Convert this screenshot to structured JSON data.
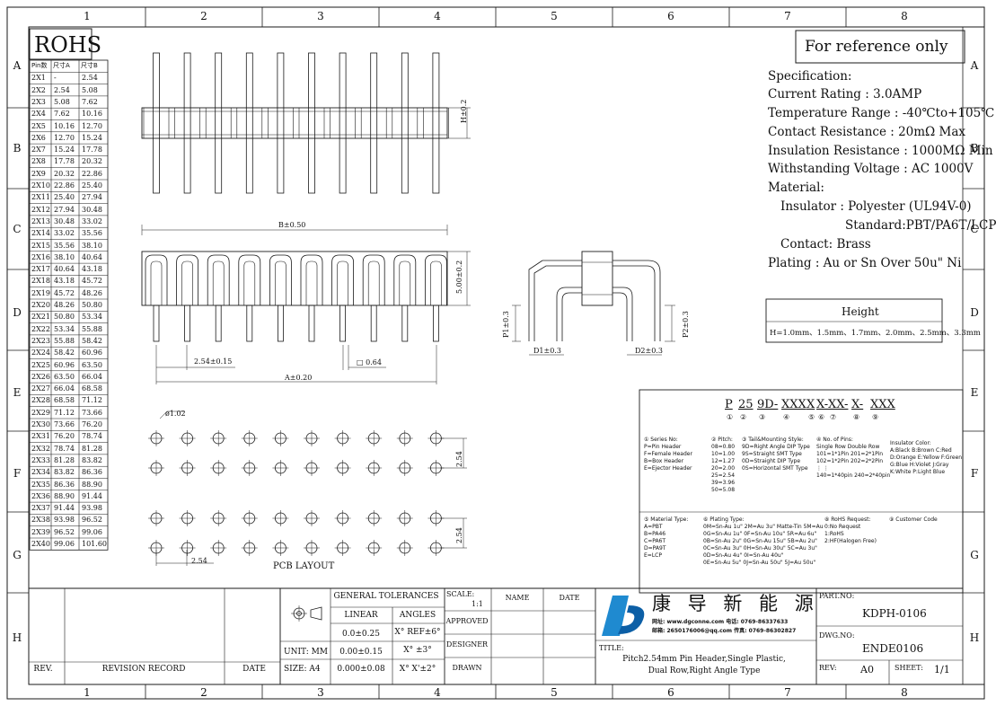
{
  "border": {
    "col_labels": [
      "1",
      "2",
      "3",
      "4",
      "5",
      "6",
      "7",
      "8"
    ],
    "row_labels": [
      "A",
      "B",
      "C",
      "D",
      "E",
      "F",
      "G",
      "H"
    ]
  },
  "rohs": "ROHS",
  "reference_note": "For reference only",
  "size_table": {
    "headers": [
      "Pin数",
      "尺寸A",
      "尺寸B"
    ],
    "rows": [
      [
        "2X1",
        "-",
        "2.54"
      ],
      [
        "2X2",
        "2.54",
        "5.08"
      ],
      [
        "2X3",
        "5.08",
        "7.62"
      ],
      [
        "2X4",
        "7.62",
        "10.16"
      ],
      [
        "2X5",
        "10.16",
        "12.70"
      ],
      [
        "2X6",
        "12.70",
        "15.24"
      ],
      [
        "2X7",
        "15.24",
        "17.78"
      ],
      [
        "2X8",
        "17.78",
        "20.32"
      ],
      [
        "2X9",
        "20.32",
        "22.86"
      ],
      [
        "2X10",
        "22.86",
        "25.40"
      ],
      [
        "2X11",
        "25.40",
        "27.94"
      ],
      [
        "2X12",
        "27.94",
        "30.48"
      ],
      [
        "2X13",
        "30.48",
        "33.02"
      ],
      [
        "2X14",
        "33.02",
        "35.56"
      ],
      [
        "2X15",
        "35.56",
        "38.10"
      ],
      [
        "2X16",
        "38.10",
        "40.64"
      ],
      [
        "2X17",
        "40.64",
        "43.18"
      ],
      [
        "2X18",
        "43.18",
        "45.72"
      ],
      [
        "2X19",
        "45.72",
        "48.26"
      ],
      [
        "2X20",
        "48.26",
        "50.80"
      ],
      [
        "2X21",
        "50.80",
        "53.34"
      ],
      [
        "2X22",
        "53.34",
        "55.88"
      ],
      [
        "2X23",
        "55.88",
        "58.42"
      ],
      [
        "2X24",
        "58.42",
        "60.96"
      ],
      [
        "2X25",
        "60.96",
        "63.50"
      ],
      [
        "2X26",
        "63.50",
        "66.04"
      ],
      [
        "2X27",
        "66.04",
        "68.58"
      ],
      [
        "2X28",
        "68.58",
        "71.12"
      ],
      [
        "2X29",
        "71.12",
        "73.66"
      ],
      [
        "2X30",
        "73.66",
        "76.20"
      ],
      [
        "2X31",
        "76.20",
        "78.74"
      ],
      [
        "2X32",
        "78.74",
        "81.28"
      ],
      [
        "2X33",
        "81.28",
        "83.82"
      ],
      [
        "2X34",
        "83.82",
        "86.36"
      ],
      [
        "2X35",
        "86.36",
        "88.90"
      ],
      [
        "2X36",
        "88.90",
        "91.44"
      ],
      [
        "2X37",
        "91.44",
        "93.98"
      ],
      [
        "2X38",
        "93.98",
        "96.52"
      ],
      [
        "2X39",
        "96.52",
        "99.06"
      ],
      [
        "2X40",
        "99.06",
        "101.60"
      ]
    ]
  },
  "dims": {
    "h": "H±0.2",
    "b": "B±0.50",
    "five": "5.00±0.2",
    "pitch": "2.54±0.15",
    "sq": "□ 0.64",
    "a": "A±0.20",
    "hole": "ø1.02",
    "row_pitch": "2.54",
    "hole_pitch": "2.54",
    "pcb": "PCB LAYOUT",
    "p1": "P1±0.3",
    "p2": "P2±0.3",
    "d1": "D1±0.3",
    "d2": "D2±0.3"
  },
  "specification": {
    "title": "Specification:",
    "current": "Current Rating : 3.0AMP",
    "temp": "Temperature Range : -40℃to+105℃",
    "contact_res": "Contact Resistance : 20mΩ Max",
    "insul_res": "Insulation Resistance : 1000MΩ Min",
    "voltage": "Withstanding Voltage : AC 1000V",
    "material": "Material:",
    "insulator": "Insulator : Polyester (UL94V-0)",
    "standard": "Standard:PBT/PA6T/LCP",
    "contact": "Contact: Brass",
    "plating": "Plating : Au or Sn Over 50u\" Ni"
  },
  "height_box": {
    "title": "Height",
    "values": "H=1.0mm、1.5mm、1.7mm、2.0mm、2.5mm、3.3mm"
  },
  "part_code": {
    "code": [
      "P",
      "25",
      "9D-",
      "XXX",
      "X",
      "X-",
      "XX-",
      "X-",
      "XXX"
    ],
    "circles": [
      "①",
      "②",
      "③",
      "④",
      "⑤",
      "⑥",
      "⑦",
      "⑧",
      "⑨"
    ],
    "series": [
      "① Series No:",
      "P=Pin Header",
      "F=Female Header",
      "B=Box Header",
      "E=Ejector Header"
    ],
    "pitch": [
      "② Pitch:",
      "08=0.80",
      "10=1.00",
      "12=1.27",
      "20=2.00",
      "25=2.54",
      "39=3.96",
      "50=5.08"
    ],
    "tail": [
      "③ Tail&Mounting Style:",
      "9D=Right Angle DIP Type",
      "9S=Straight SMT Type",
      "0D=Straight DIP Type",
      "0S=Horizontal SMT Type"
    ],
    "pins": [
      "④ No. of Pins:",
      "Single Row  Double Row",
      "101=1*1Pin   201=2*1Pin",
      "102=1*2Pin   202=2*2Pin",
      "   ⋮             ⋮",
      "140=1*40pin  240=2*40pin"
    ],
    "insulator": [
      "Insulator Color:",
      "A:Black  B:Brown  C:Red",
      "D:Orange E:Yellow F:Green",
      "G:Blue   H:Violet J:Gray",
      "K:White  P:Light Blue"
    ],
    "material": [
      "⑤ Material Type:",
      "A=PBT",
      "B=PA46",
      "C=PA6T",
      "D=PA9T",
      "E=LCP"
    ],
    "plating": [
      "⑥ Plating Type:",
      "0M=Sn-Au 1u\"  2M=Au 3u\"  Matte-Tin 5M=Au",
      "0G=Sn-Au 1u\"  0F=Sn-Au 10u\"  5R=Au 6u\"",
      "0B=Sn-Au 2u\"  0G=Sn-Au 15u\"  5B=Au 2u\"",
      "0C=Sn-Au 3u\"  0H=Sn-Au 30u\"  5C=Au 3u\"",
      "0D=Sn-Au 4u\"  0I=Sn-Au 40u\"",
      "0E=Sn-Au 5u\"  0J=Sn-Au 50u\"  5J=Au 50u\""
    ],
    "rohs": [
      "⑧ RoHS Request:",
      "0:No Request",
      "1:RoHS",
      "2:HF(Halogen Free)"
    ],
    "customer": [
      "⑨ Customer Code"
    ]
  },
  "title_block": {
    "rev": "REV.",
    "revision_record": "REVISION RECORD",
    "date": "DATE",
    "unit": "UNIT: MM",
    "size": "SIZE: A4",
    "gen_tol": "GENERAL TOLERANCES",
    "linear": "LINEAR",
    "angles": "ANGLES",
    "lin1": "0.0±0.25",
    "lin2": "0.00±0.15",
    "lin3": "0.000±0.08",
    "ang1": "X° REF±6°",
    "ang2": "X° ±3°",
    "ang3": "X° X'±2°",
    "scale": "SCALE:",
    "scale_val": "1:1",
    "approved": "APPROVED",
    "designer": "DESIGNER",
    "drawn": "DRAWN",
    "name": "NAME",
    "date2": "DATE",
    "company_cn": "康 导 新 能 源",
    "web_label": "网址:",
    "web": "www.dgconne.com",
    "tel_label": "电话:",
    "tel": "0769-86337633",
    "mail_label": "邮箱:",
    "mail": "2650176006@qq.com",
    "fax_label": "传真:",
    "fax": "0769-86302827",
    "title_label": "TITLE:",
    "title1": "Pitch2.54mm Pin Header,Single Plastic,",
    "title2": "Dual Row,Right Angle Type",
    "part_no_label": "PART.NO:",
    "part_no": "KDPH-0106",
    "dwg_no_label": "DWG.NO:",
    "dwg_no": "ENDE0106",
    "rev_label": "REV:",
    "rev_val": "A0",
    "sheet_label": "SHEET:",
    "sheet_val": "1/1"
  },
  "colors": {
    "line": "#1a1a1a",
    "logo_blue": "#1f8ad0",
    "logo_blue_dark": "#0c5fa6"
  }
}
